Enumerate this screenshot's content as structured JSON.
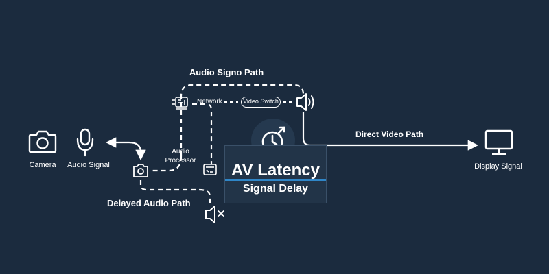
{
  "title": "Audio Signo Path",
  "labels": {
    "camera": "Camera",
    "audio_signal": "Audio Signal",
    "audio_processor_line1": "Audio",
    "audio_processor_line2": "Processor",
    "network": "Network",
    "video_switch": "Video Switch",
    "direct_video_path": "Direct Video Path",
    "display_signal": "Display Signal",
    "delayed_audio_path": "Delayed Audio Path"
  },
  "latency_box": {
    "title": "AV Latency",
    "subtitle": "Signal Delay"
  },
  "colors": {
    "background": "#1b2b3e",
    "foreground": "#ffffff",
    "accent": "#2f86c8",
    "panel": "#223448"
  },
  "icons": [
    "camera-icon",
    "microphone-icon",
    "small-camera-icon",
    "audio-processor-icon",
    "encoder-icon",
    "speaker-icon",
    "clock-icon",
    "display-icon",
    "muted-speaker-icon"
  ]
}
